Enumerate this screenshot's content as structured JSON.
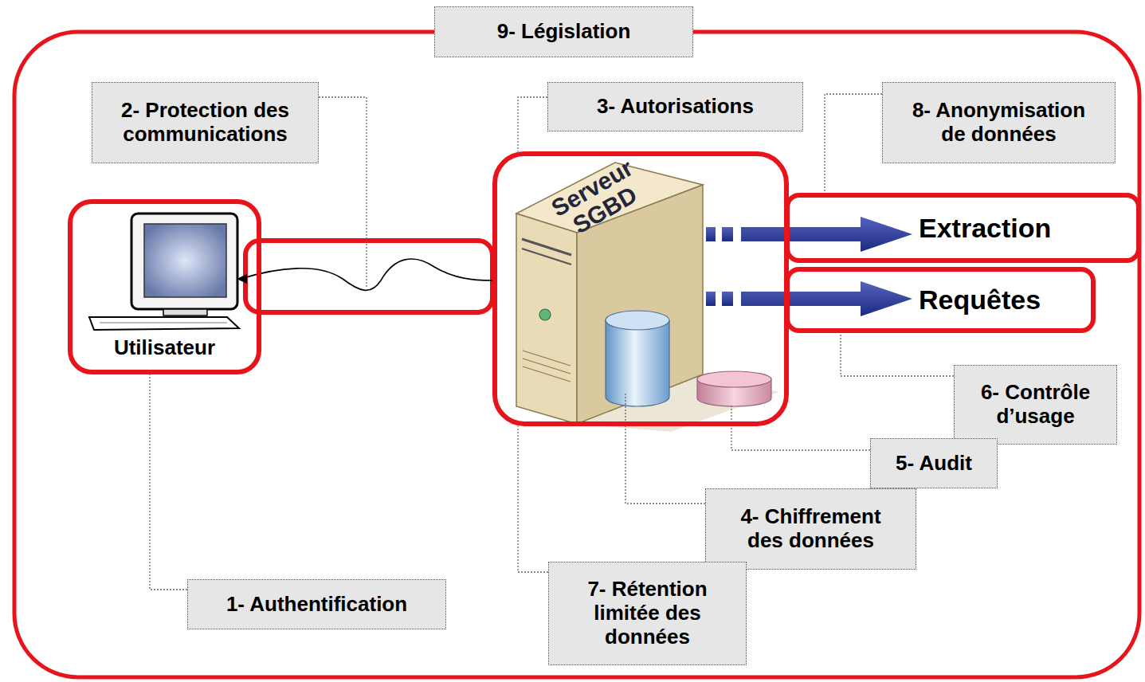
{
  "diagram": {
    "nodes": [
      {
        "text": [
          "9- Législation"
        ]
      },
      {
        "text": [
          "2- Protection des communications"
        ]
      },
      {
        "text": [
          "3- Autorisations"
        ]
      },
      {
        "text": [
          "8- Anonymisation de données"
        ]
      },
      {
        "text": [
          "Utilisateur"
        ]
      },
      {
        "text": [
          "Serveur SGBD"
        ]
      },
      {
        "text": [
          "Extraction"
        ]
      },
      {
        "text": [
          "Requêtes"
        ]
      },
      {
        "text": [
          "6- Contrôle d’usage"
        ]
      },
      {
        "text": [
          "5- Audit"
        ]
      },
      {
        "text": [
          "4- Chiffrement des données"
        ]
      },
      {
        "text": [
          "1- Authentification"
        ]
      },
      {
        "text": [
          "7- Rétention limitée des données"
        ]
      }
    ],
    "edges": [
      {
        "from": 11,
        "to": 4,
        "arrow": "none"
      },
      {
        "from": 2,
        "to": 5,
        "arrow": "none"
      },
      {
        "from": 3,
        "to": 6,
        "arrow": "none"
      },
      {
        "from": 8,
        "to": 7,
        "arrow": "none"
      },
      {
        "from": 12,
        "to": 5,
        "arrow": "none"
      }
    ]
  }
}
